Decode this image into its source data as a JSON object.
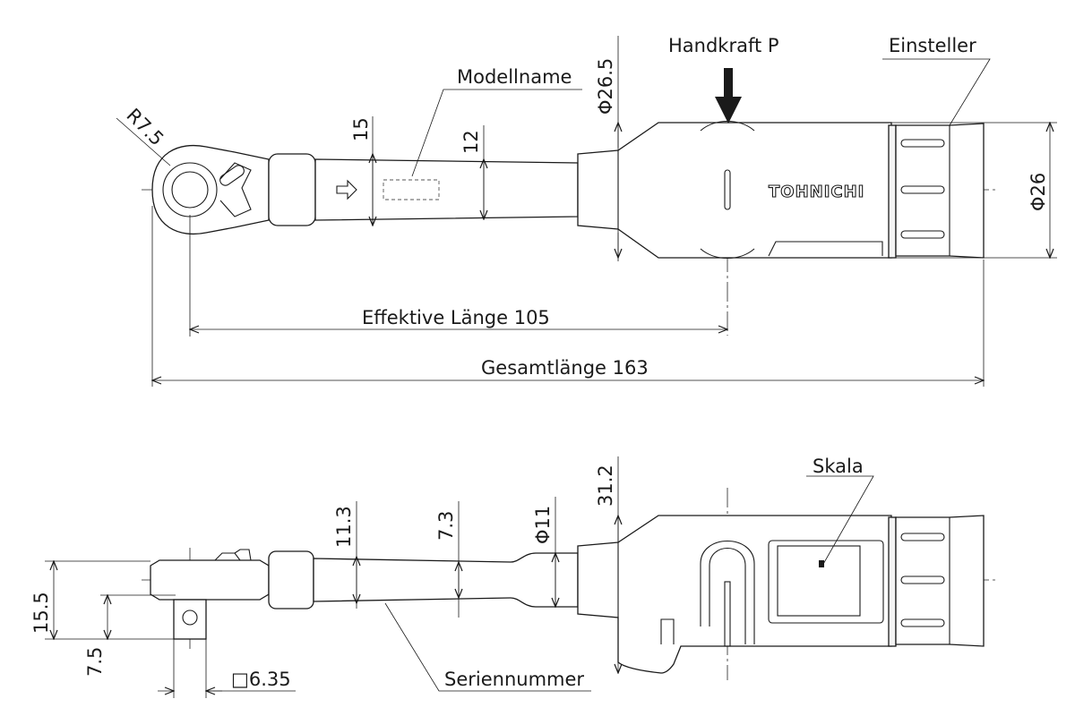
{
  "brand": "TOHNICHI",
  "labels": {
    "modellname": "Modellname",
    "handkraft": "Handkraft P",
    "einsteller": "Einsteller",
    "effektive_laenge": "Effektive Länge 105",
    "gesamtlaenge": "Gesamtlänge 163",
    "skala": "Skala",
    "seriennummer": "Seriennummer"
  },
  "dimensions_top": {
    "radius": "R7.5",
    "head_width": "15",
    "shaft_width": "12",
    "grip_dia": "Φ26.5",
    "adjuster_dia": "Φ26"
  },
  "dimensions_bottom": {
    "dim_11_3": "11.3",
    "dim_7_3": "7.3",
    "dim_phi11": "Φ11",
    "dim_31_2": "31.2",
    "dim_15_5": "15.5",
    "dim_7_5": "7.5",
    "square_drive": "□6.35"
  }
}
